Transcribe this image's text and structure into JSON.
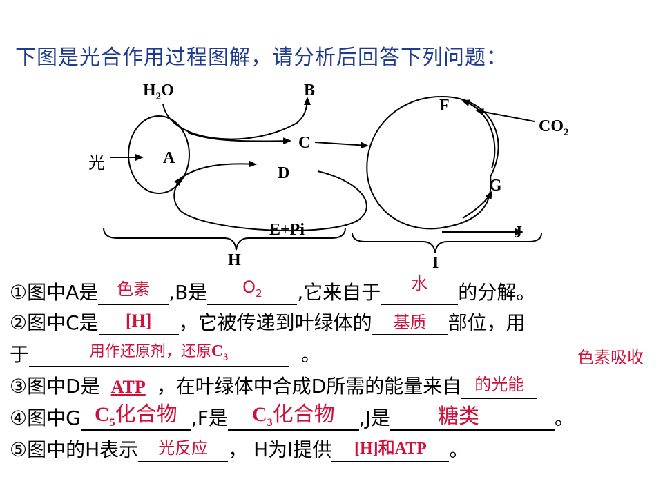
{
  "title": "下图是光合作用过程图解，请分析后回答下列问题：",
  "diagram": {
    "labels": {
      "h2o_main": "H",
      "h2o_sub": "2",
      "h2o_end": "O",
      "b": "B",
      "c": "C",
      "a": "A",
      "light": "光",
      "d": "D",
      "epi": "E+Pi",
      "h": "H",
      "f": "F",
      "co2_main": "CO",
      "co2_sub": "2",
      "g": "G",
      "j": "J",
      "i": "I"
    }
  },
  "questions": {
    "q1": {
      "p1": "①图中A是",
      "a1": "色素",
      "p2": ",B是",
      "a2_main": "O",
      "a2_sub": "2",
      "p3": ",它来自于",
      "a3": "水",
      "p4": "的分解。"
    },
    "q2": {
      "p1": "②图中C是",
      "a1": "[H]",
      "p2": "，它被传递到叶绿体的",
      "a2": "基质",
      "p3": "部位，用"
    },
    "q2b": {
      "p1": "于",
      "a1": "用作还原剂，还原",
      "a1_main": "C",
      "a1_sub": "3",
      "p2": "。"
    },
    "q3": {
      "p1": "③图中D是",
      "a1": "ATP",
      "p2": "，在叶绿体中合成D所需的能量来自",
      "a2_line1": "色素吸收",
      "a2_line2": "的光能"
    },
    "q4": {
      "p1": "④图中G",
      "a1_main": "C",
      "a1_sub": "5",
      "a1_rest": "化合物",
      "p2": ",F是",
      "a2_main": "C",
      "a2_sub": "3",
      "a2_rest": "化合物",
      "p3": ",J是",
      "a3": "糖类",
      "p4": "。"
    },
    "q5": {
      "p1": "⑤图中的H表示",
      "a1": "光反应",
      "p2": "，  H为I提供",
      "a2": "[H]和ATP",
      "p3": "。"
    }
  },
  "colors": {
    "title": "#1f3b8f",
    "answer": "#d0103a",
    "text": "#000000"
  }
}
